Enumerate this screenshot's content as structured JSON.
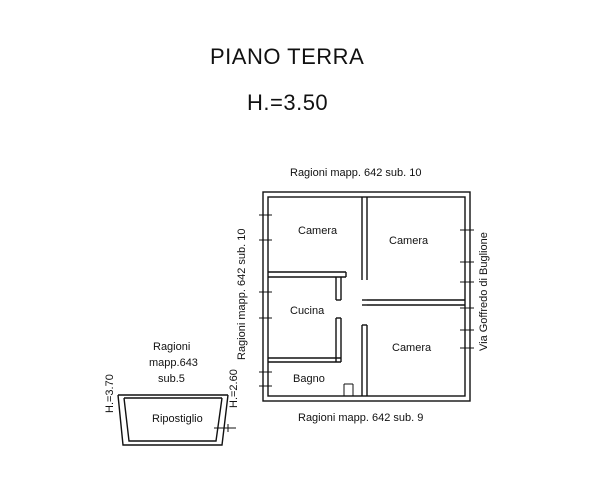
{
  "title": "PIANO TERRA",
  "height": "H.=3.50",
  "boundaries": {
    "top": "Ragioni mapp. 642 sub. 10",
    "left": "Ragioni mapp. 642 sub. 10",
    "bottom": "Ragioni mapp. 642 sub. 9",
    "right": "Via Goffredo di Buglione",
    "annex_line1": "Ragioni",
    "annex_line2": "mapp.643",
    "annex_line3": "sub.5"
  },
  "rooms": {
    "camera_top_left": "Camera",
    "camera_top_right": "Camera",
    "cucina": "Cucina",
    "camera_bottom_right": "Camera",
    "bagno": "Bagno",
    "ripostiglio": "Ripostiglio"
  },
  "heights": {
    "annex_left": "H.=3.70",
    "annex_right": "H.=2.60"
  }
}
